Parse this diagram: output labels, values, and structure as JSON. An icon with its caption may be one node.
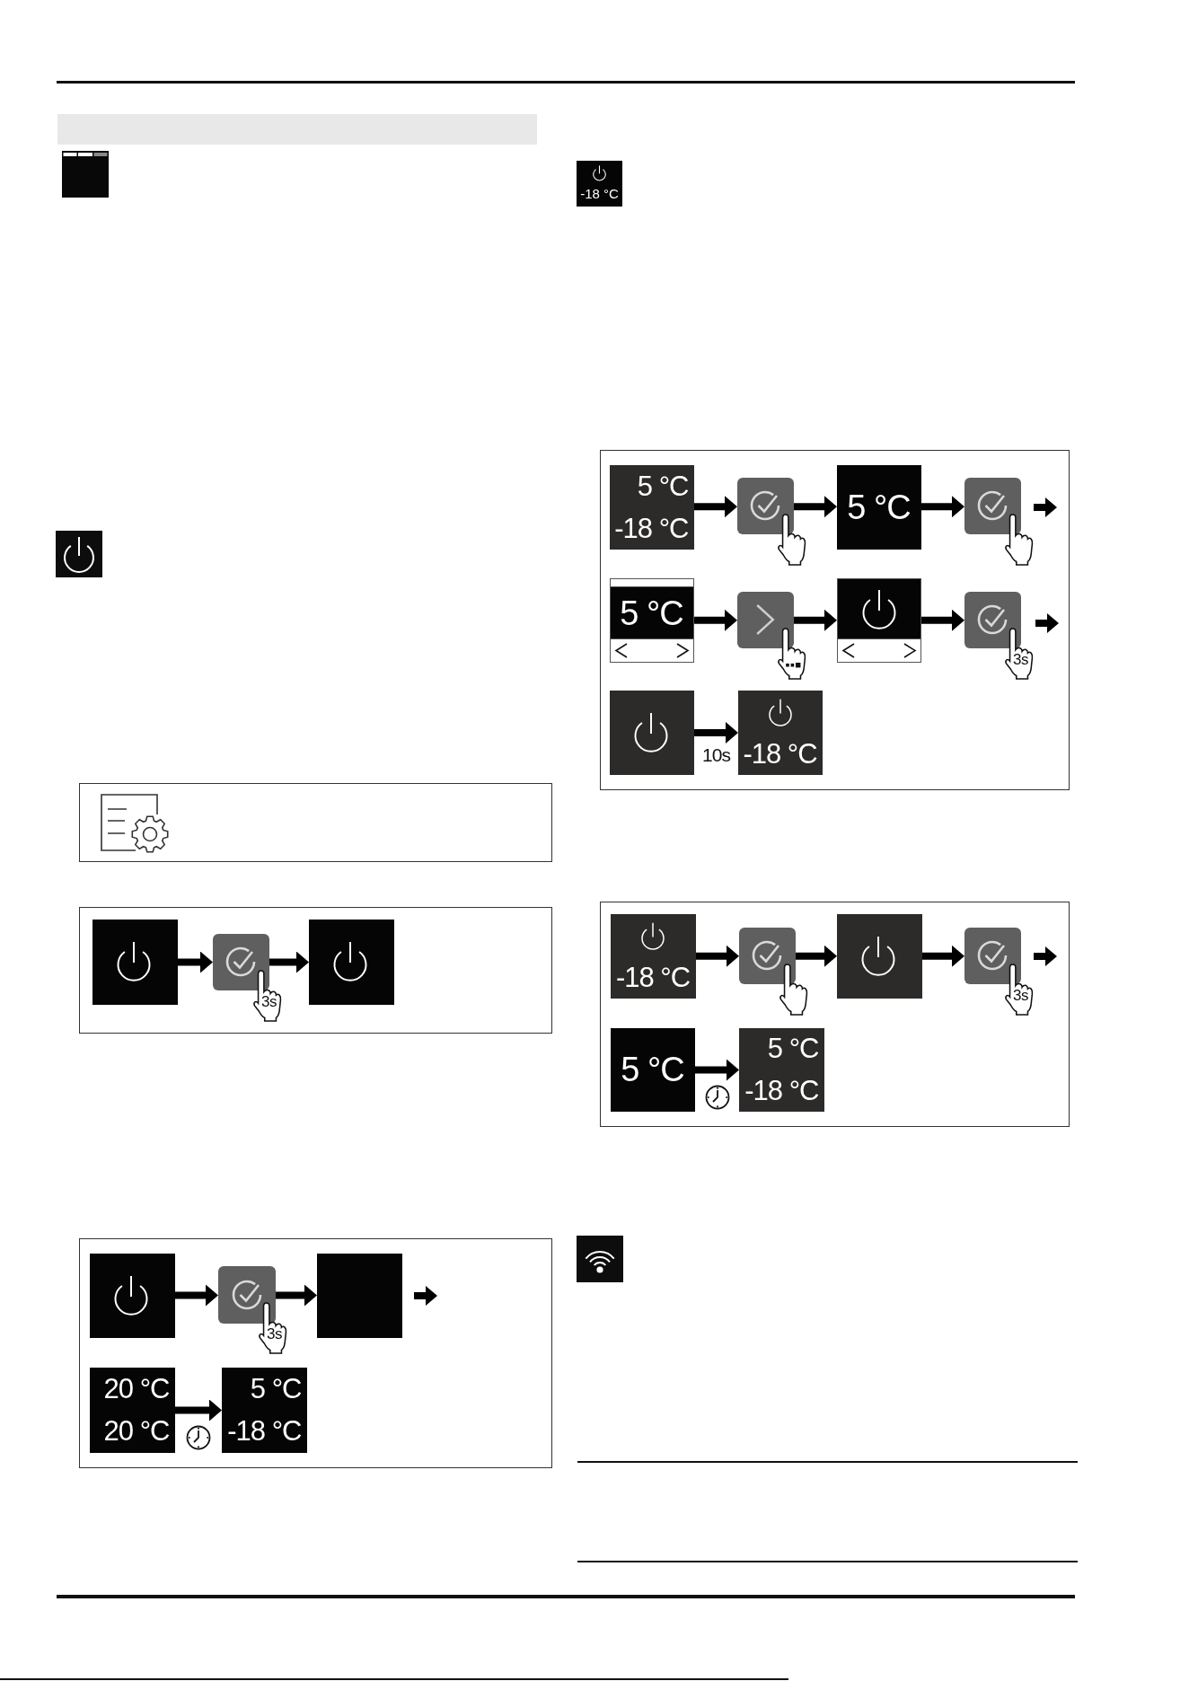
{
  "diagram": {
    "nodes": [
      {
        "text": [],
        "shape": "bar"
      },
      {
        "text": [],
        "shape": "box"
      },
      {
        "text": [],
        "shape": "box"
      },
      {
        "text": [],
        "shape": "box",
        "in": 2
      },
      {
        "text": [
          "3s"
        ],
        "in": 2
      },
      {
        "text": [],
        "shape": "box",
        "in": 2
      },
      {
        "text": [],
        "shape": "box"
      },
      {
        "text": [],
        "shape": "box",
        "in": 6
      },
      {
        "text": [
          "3s"
        ],
        "in": 6
      },
      {
        "text": [],
        "shape": "box",
        "in": 6
      },
      {
        "text": [],
        "shape": "arrow",
        "in": 6
      },
      {
        "text": [
          "20 °C",
          "20 °C"
        ],
        "in": 6
      },
      {
        "text": [
          "5 °C",
          "-18 °C"
        ],
        "in": 6
      },
      {
        "text": [
          "-18 °C"
        ]
      },
      {
        "text": [],
        "shape": "box"
      },
      {
        "text": [
          "5 °C",
          "-18 °C"
        ],
        "in": 14
      },
      {
        "text": [],
        "shape": "box",
        "in": 14
      },
      {
        "text": [
          "5 °C"
        ],
        "in": 14
      },
      {
        "text": [],
        "shape": "box",
        "in": 14
      },
      {
        "text": [],
        "shape": "arrow",
        "in": 14
      },
      {
        "text": [
          "5 °C"
        ],
        "in": 14
      },
      {
        "text": [],
        "shape": "box",
        "in": 14
      },
      {
        "text": [],
        "shape": "box",
        "in": 14
      },
      {
        "text": [
          "3s"
        ],
        "in": 14
      },
      {
        "text": [],
        "shape": "arrow",
        "in": 14
      },
      {
        "text": [],
        "shape": "box",
        "in": 14
      },
      {
        "text": [
          "-18 °C"
        ],
        "in": 14
      },
      {
        "text": [],
        "shape": "box"
      },
      {
        "text": [
          "-18 °C"
        ],
        "in": 27
      },
      {
        "text": [],
        "shape": "box",
        "in": 27
      },
      {
        "text": [],
        "shape": "box",
        "in": 27
      },
      {
        "text": [
          "3s"
        ],
        "in": 27
      },
      {
        "text": [],
        "shape": "arrow",
        "in": 27
      },
      {
        "text": [
          "5 °C"
        ],
        "in": 27
      },
      {
        "text": [
          "5 °C",
          "-18 °C"
        ],
        "in": 27
      }
    ],
    "edges": [
      {
        "from": 3,
        "to": 4,
        "arrow": "to"
      },
      {
        "from": 4,
        "to": 5,
        "arrow": "to"
      },
      {
        "from": 7,
        "to": 8,
        "arrow": "to"
      },
      {
        "from": 8,
        "to": 9,
        "arrow": "to"
      },
      {
        "from": 11,
        "to": 12,
        "arrow": "to"
      },
      {
        "from": 15,
        "to": 16,
        "arrow": "to"
      },
      {
        "from": 16,
        "to": 17,
        "arrow": "to"
      },
      {
        "from": 17,
        "to": 18,
        "arrow": "to"
      },
      {
        "from": 20,
        "to": 21,
        "arrow": "to"
      },
      {
        "from": 21,
        "to": 22,
        "arrow": "to"
      },
      {
        "from": 22,
        "to": 23,
        "arrow": "to"
      },
      {
        "from": 25,
        "to": 26,
        "arrow": "to",
        "label": "10s"
      },
      {
        "from": 28,
        "to": 29,
        "arrow": "to"
      },
      {
        "from": 29,
        "to": 30,
        "arrow": "to"
      },
      {
        "from": 30,
        "to": 31,
        "arrow": "to"
      },
      {
        "from": 33,
        "to": 34,
        "arrow": "to"
      }
    ]
  }
}
